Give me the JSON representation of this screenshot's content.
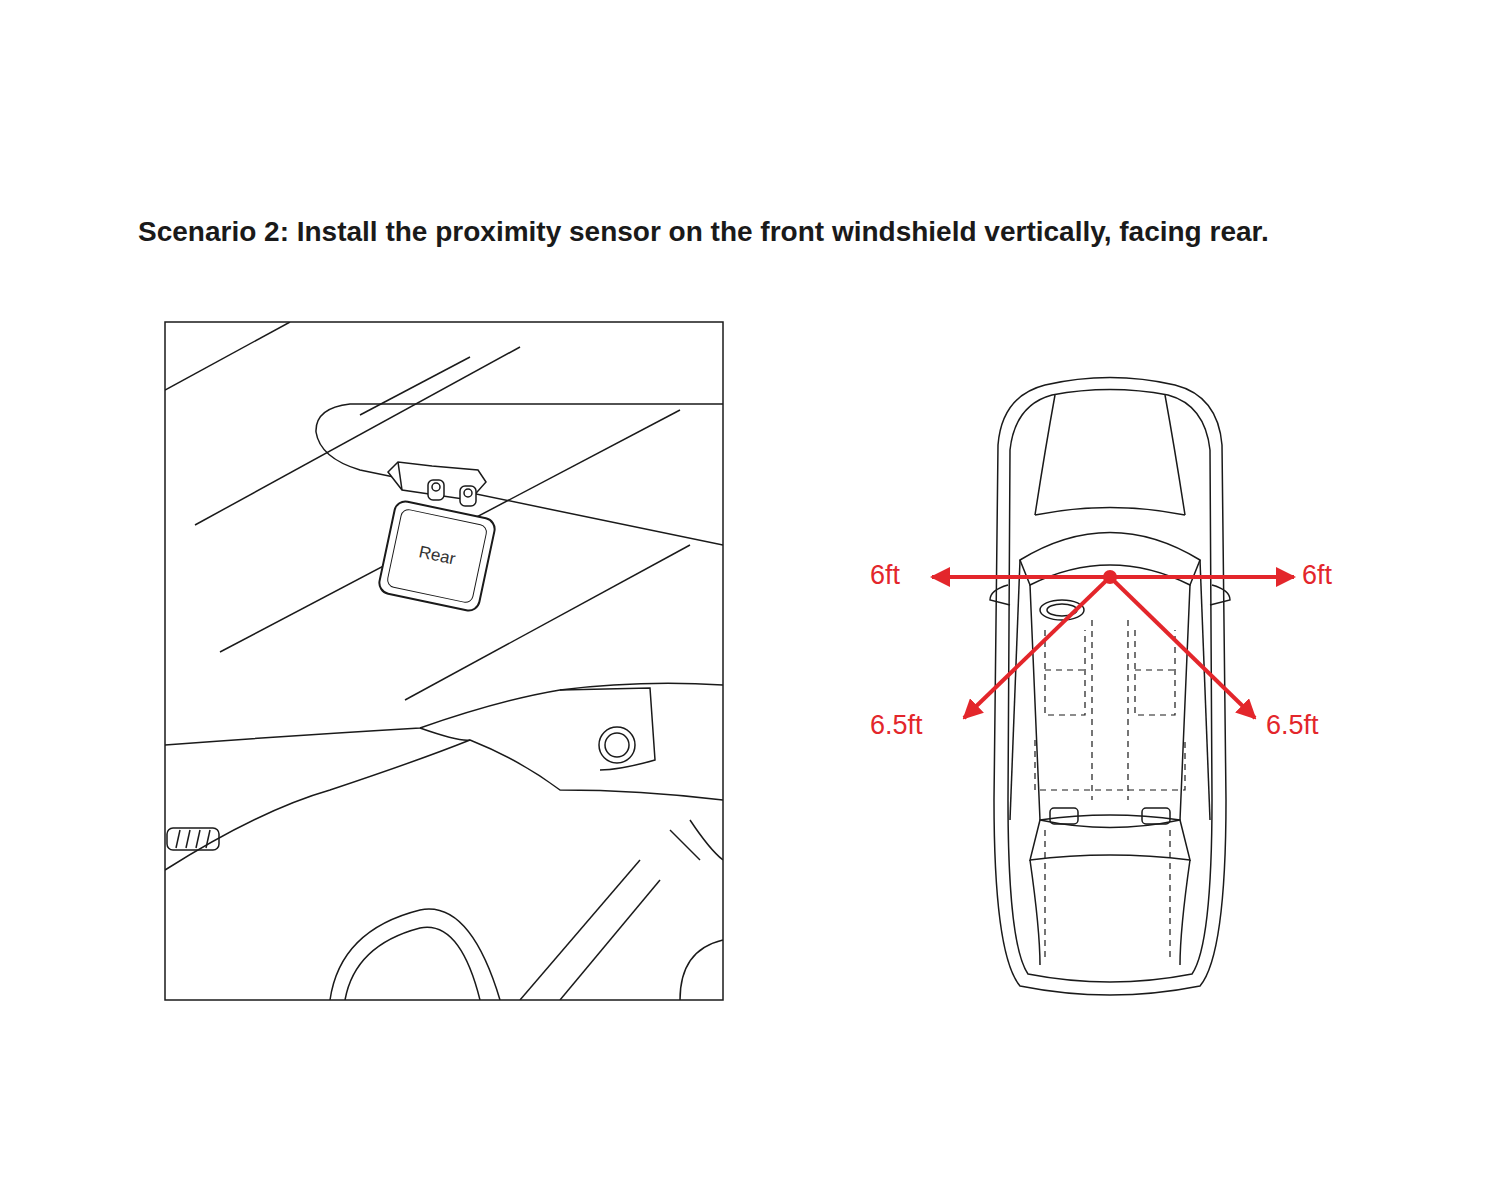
{
  "diagram": {
    "title": "Scenario 2: Install the proximity sensor on the front windshield vertically, facing rear.",
    "nodes": [
      {
        "text": [
          "Rear"
        ]
      }
    ],
    "labels": [
      "6ft",
      "6ft",
      "6.5ft",
      "6.5ft"
    ]
  }
}
